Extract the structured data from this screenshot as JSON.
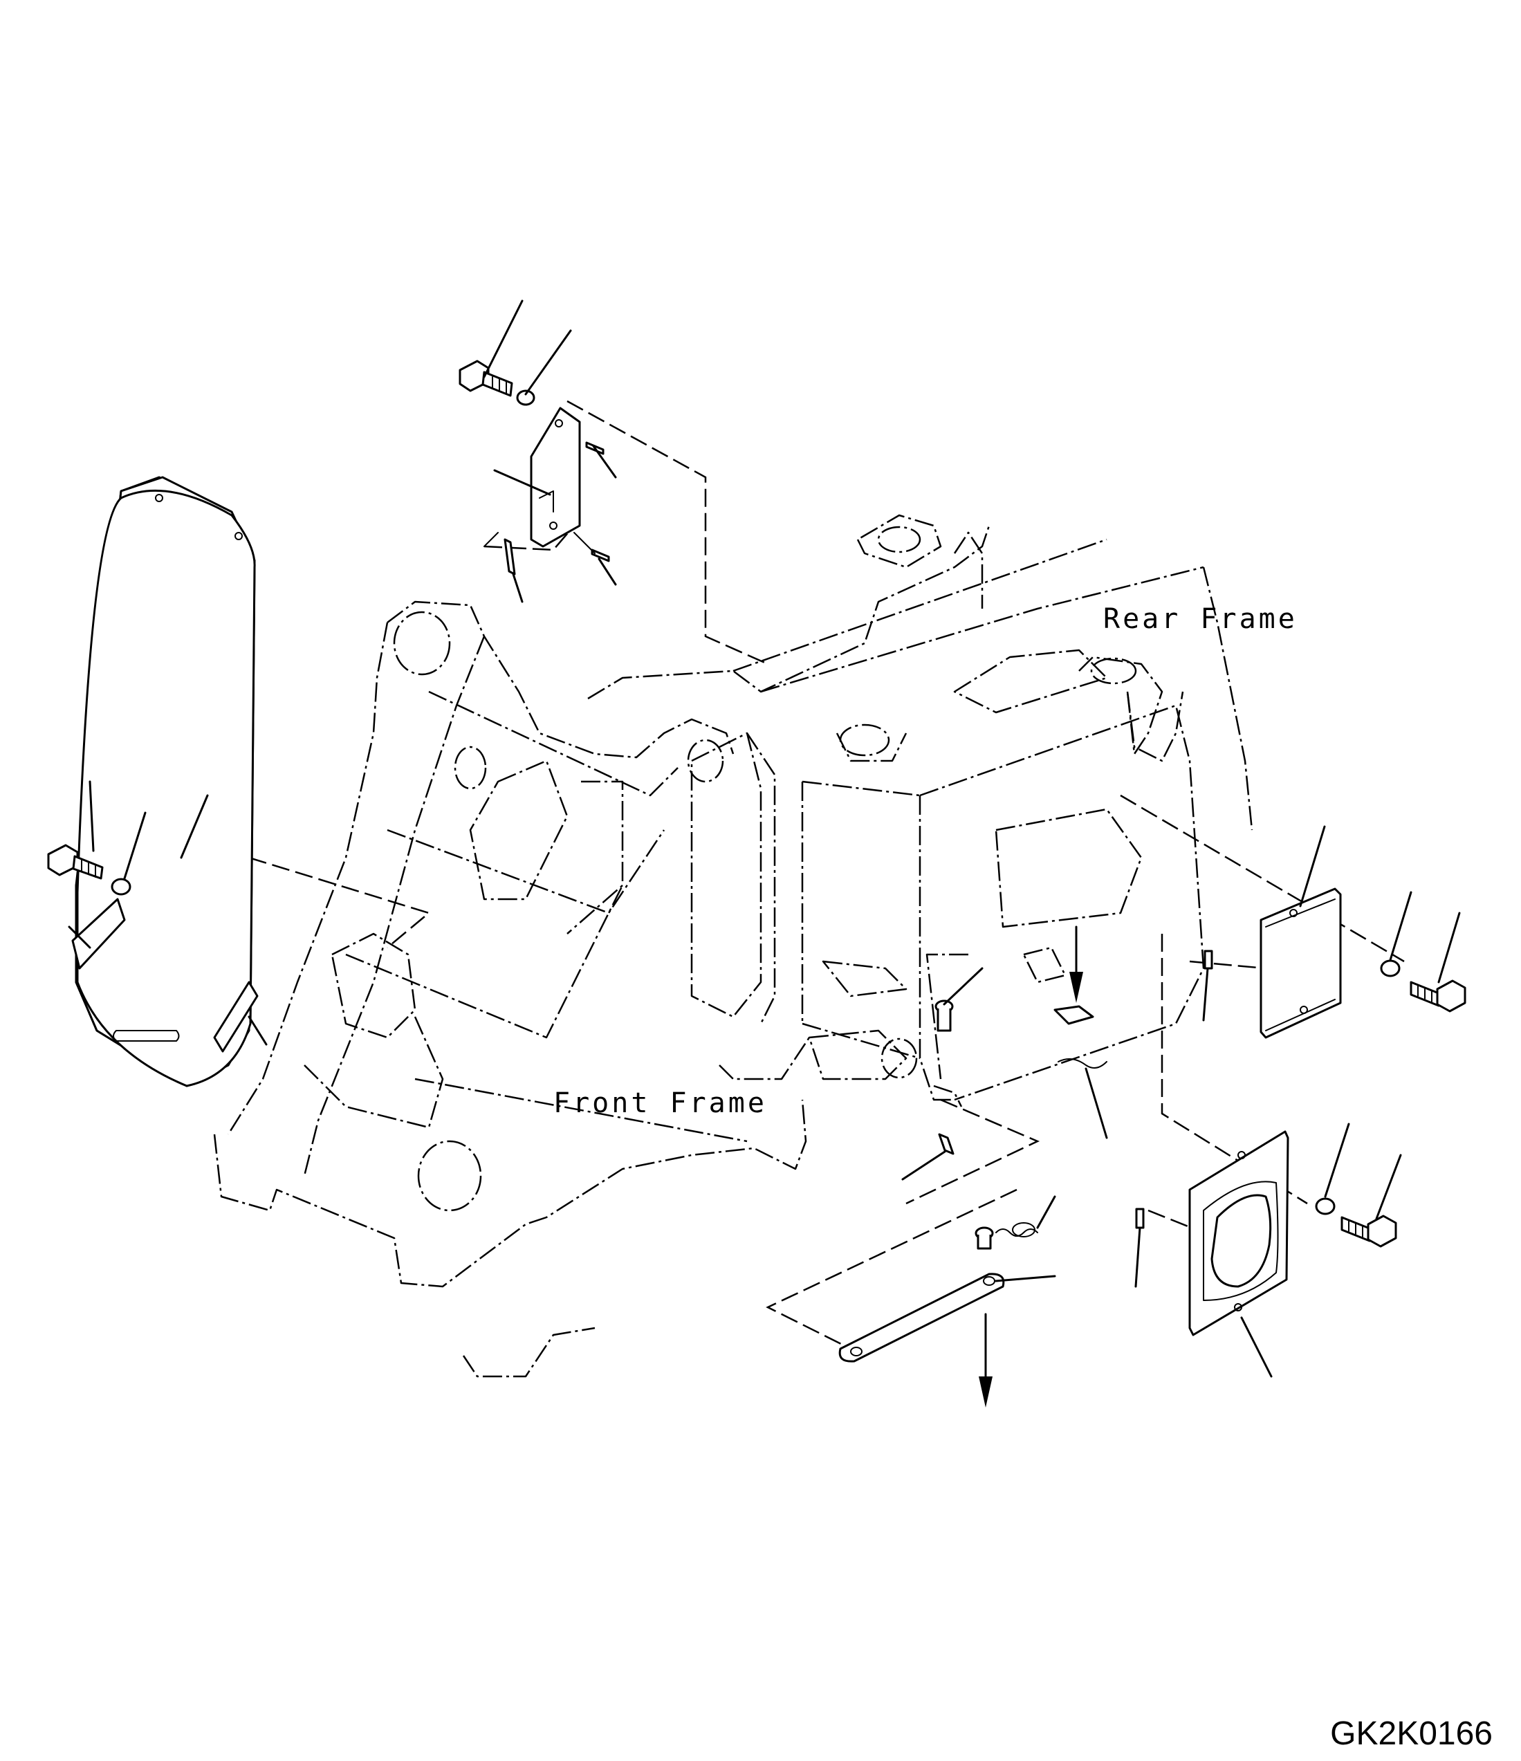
{
  "labels": {
    "rear_frame": "Rear Frame",
    "front_frame": "Front Frame"
  },
  "drawing_code": "GK2K0166"
}
